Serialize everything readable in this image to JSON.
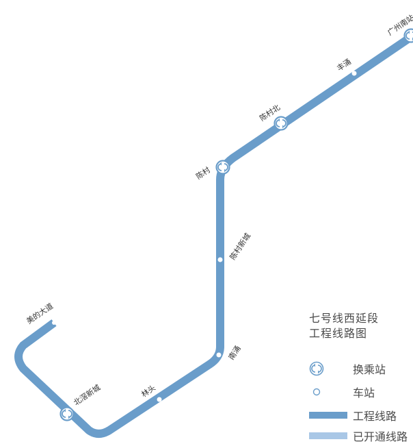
{
  "colors": {
    "construction_line": "#6a9dca",
    "opened_line": "#a9c7e6",
    "station_fill": "#ffffff"
  },
  "stations": [
    {
      "id": "guangzhou-south",
      "name": "广州南站",
      "type": "transfer"
    },
    {
      "id": "fengyong",
      "name": "丰涌",
      "type": "station"
    },
    {
      "id": "chencunbei",
      "name": "陈村北",
      "type": "transfer"
    },
    {
      "id": "chencun",
      "name": "陈村",
      "type": "transfer"
    },
    {
      "id": "chencunxincheng",
      "name": "陈村新城",
      "type": "station"
    },
    {
      "id": "nanyong",
      "name": "南涌",
      "type": "station"
    },
    {
      "id": "lintou",
      "name": "林头",
      "type": "station"
    },
    {
      "id": "beijiaoxincheng",
      "name": "北滘新城",
      "type": "transfer"
    },
    {
      "id": "meidi-avenue",
      "name": "美的大道",
      "type": "terminal"
    }
  ],
  "legend": {
    "title_line1": "七号线西延段",
    "title_line2": "工程线路图",
    "items": [
      {
        "label": "换乘站",
        "icon": "transfer-station-icon"
      },
      {
        "label": "车站",
        "icon": "station-icon"
      },
      {
        "label": "工程线路",
        "icon": "construction-line-swatch"
      },
      {
        "label": "已开通线路",
        "icon": "opened-line-swatch"
      }
    ]
  }
}
